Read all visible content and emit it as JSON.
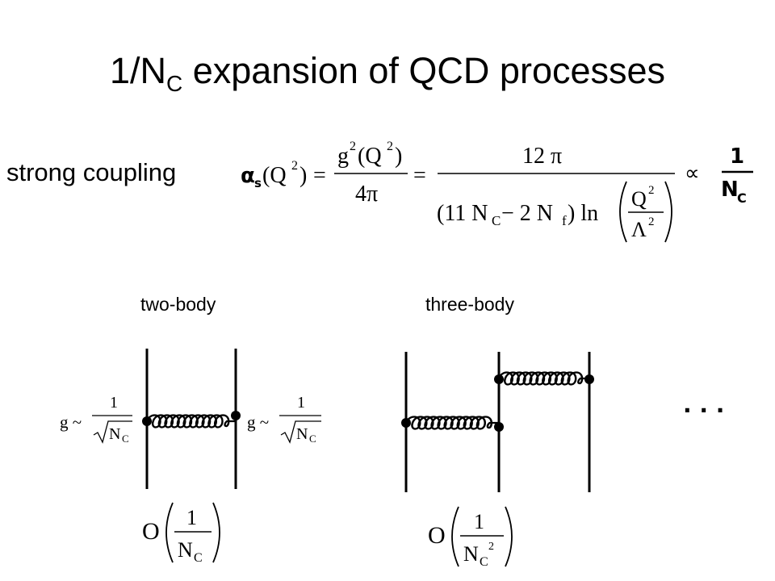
{
  "title": {
    "prefix": "1/N",
    "subscript": "C",
    "suffix": " expansion of QCD processes"
  },
  "coupling": {
    "label": "strong coupling",
    "alpha": "α",
    "alpha_sub": "s",
    "arg": "(Q",
    "arg_sup": "2",
    "arg_close": ")",
    "eq1": "=",
    "frac1_num": "g",
    "frac1_num_sup": "2",
    "frac1_num_arg": "(Q",
    "frac1_num_arg_sup": "2",
    "frac1_num_arg_close": ")",
    "frac1_den": "4π",
    "eq2": "=",
    "frac2_num": "12 π",
    "frac2_den_a": "(11 N",
    "frac2_den_a_sub": "C",
    "frac2_den_b": " − 2 N",
    "frac2_den_b_sub": "f",
    "frac2_den_c": ")  ln",
    "log_num": "Q",
    "log_num_sup": "2",
    "log_den": "Λ",
    "log_den_sup": "2",
    "propto": "∝",
    "result_num": "1",
    "result_den": "N",
    "result_den_sub": "C"
  },
  "two_body": {
    "label": "two-body",
    "g_left": "g ~",
    "g_right": "g ~",
    "g_num": "1",
    "g_den": "N",
    "g_den_sub": "C",
    "order": "O",
    "order_num": "1",
    "order_den": "N",
    "order_den_sub": "C"
  },
  "three_body": {
    "label": "three-body",
    "order": "O",
    "order_num": "1",
    "order_den": "N",
    "order_den_sub": "C",
    "order_den_sup": "2"
  },
  "ellipsis": "· · ·"
}
